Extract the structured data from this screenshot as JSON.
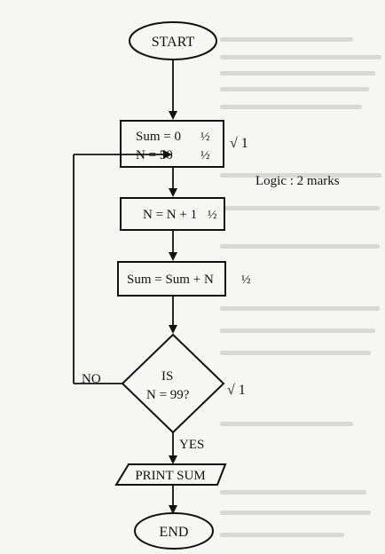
{
  "flowchart": {
    "start_label": "START",
    "init": {
      "line1": "Sum = 0",
      "line2": "N = 50",
      "mark1": "½",
      "mark2": "½",
      "side_mark": "√ 1"
    },
    "logic_note": "Logic : 2 marks",
    "increment": {
      "label": "N = N + 1",
      "mark": "½"
    },
    "accumulate": {
      "label": "Sum = Sum + N",
      "mark": "½"
    },
    "decision": {
      "line1": "IS",
      "line2": "N = 99?",
      "side_mark": "√ 1",
      "no_label": "NO",
      "yes_label": "YES"
    },
    "output_label": "PRINT SUM",
    "end_label": "END"
  }
}
